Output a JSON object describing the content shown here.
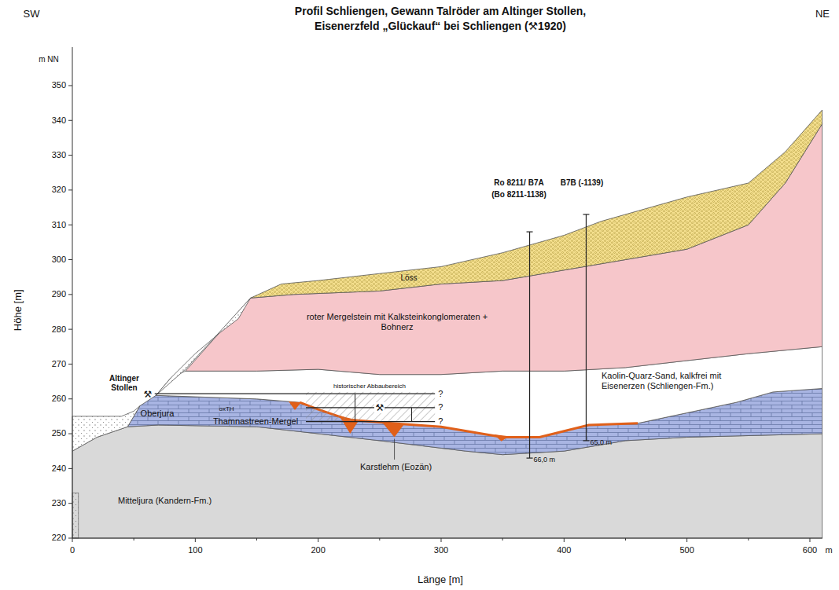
{
  "diagram": {
    "title": "Profil Schliengen, Gewann Talröder am Altinger Stollen, Eisenerzfeld „Glückauf“ bei Schliengen (⚒1920)",
    "labels": [
      "SW",
      "NE",
      "m NN",
      "350",
      "340",
      "330",
      "320",
      "310",
      "300",
      "290",
      "280",
      "270",
      "260",
      "250",
      "240",
      "230",
      "220",
      "0",
      "100",
      "200",
      "300",
      "400",
      "500",
      "600",
      "m",
      "Höhe [m]",
      "Länge [m]",
      "Ro 8211/ B7A",
      "B7B (-1139)",
      "(Bo 8211-1138)",
      "Löss",
      "roter Mergelstein mit Kalksteinkonglomeraten + Bohnerz",
      "Kaolin-Quarz-Sand, kalkfrei mit Eisenerzen (Schliengen-Fm.)",
      "Oberjura",
      "oxTH",
      "Thamnastreen-Mergel",
      "Karstlehm (Eozän)",
      "Mitteljura (Kandern-Fm.)",
      "Altinger Stollen",
      "⚒",
      "historischer Abbaubereich",
      "⚒",
      "?",
      "?",
      "?",
      "66,0 m",
      "65,0 m"
    ]
  }
}
